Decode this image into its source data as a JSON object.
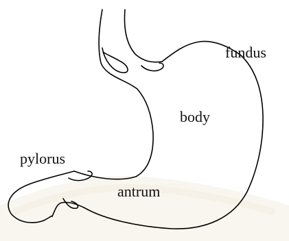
{
  "diagram": {
    "labels": {
      "fundus": "fundus",
      "body": "body",
      "pylorus": "pylorus",
      "antrum": "antrum"
    },
    "colors": {
      "outline": "#000000",
      "text": "#111111",
      "watermark_band": "#f5efe2"
    }
  }
}
